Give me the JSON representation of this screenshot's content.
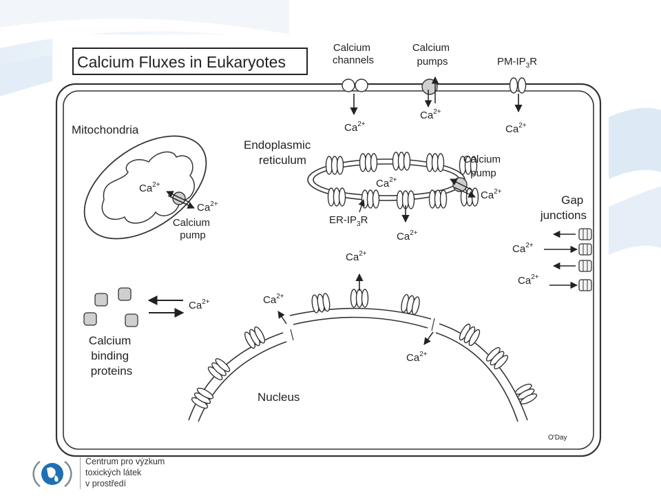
{
  "title": "Calcium Fluxes in Eukaryotes",
  "labels": {
    "calcium_channels": [
      "Calcium",
      "channels"
    ],
    "calcium_pumps": [
      "Calcium",
      "pumps"
    ],
    "pm_ip3r": {
      "main": "PM-IP",
      "sub": "3",
      "end": "R"
    },
    "mitochondria": "Mitochondria",
    "endoplasmic_reticulum": [
      "Endoplasmic",
      "reticulum"
    ],
    "er_calcium_pump": [
      "Calcium",
      "pump"
    ],
    "mito_calcium_pump": [
      "Calcium",
      "pump"
    ],
    "er_ip3r": {
      "main": "ER-IP",
      "sub": "3",
      "end": "R"
    },
    "gap_junctions": [
      "Gap",
      "junctions"
    ],
    "binding_proteins": [
      "Calcium",
      "binding",
      "proteins"
    ],
    "nucleus": "Nucleus",
    "credit": "O'Day"
  },
  "ion": {
    "symbol": "Ca",
    "charge": "2+"
  },
  "footer": {
    "institution_lines": [
      "Centrum pro výzkum",
      "toxických látek",
      "v prostředí"
    ]
  },
  "colors": {
    "line": "#333333",
    "bg_wave": "#dce9f4",
    "logo_blue": "#1f6fb5"
  }
}
